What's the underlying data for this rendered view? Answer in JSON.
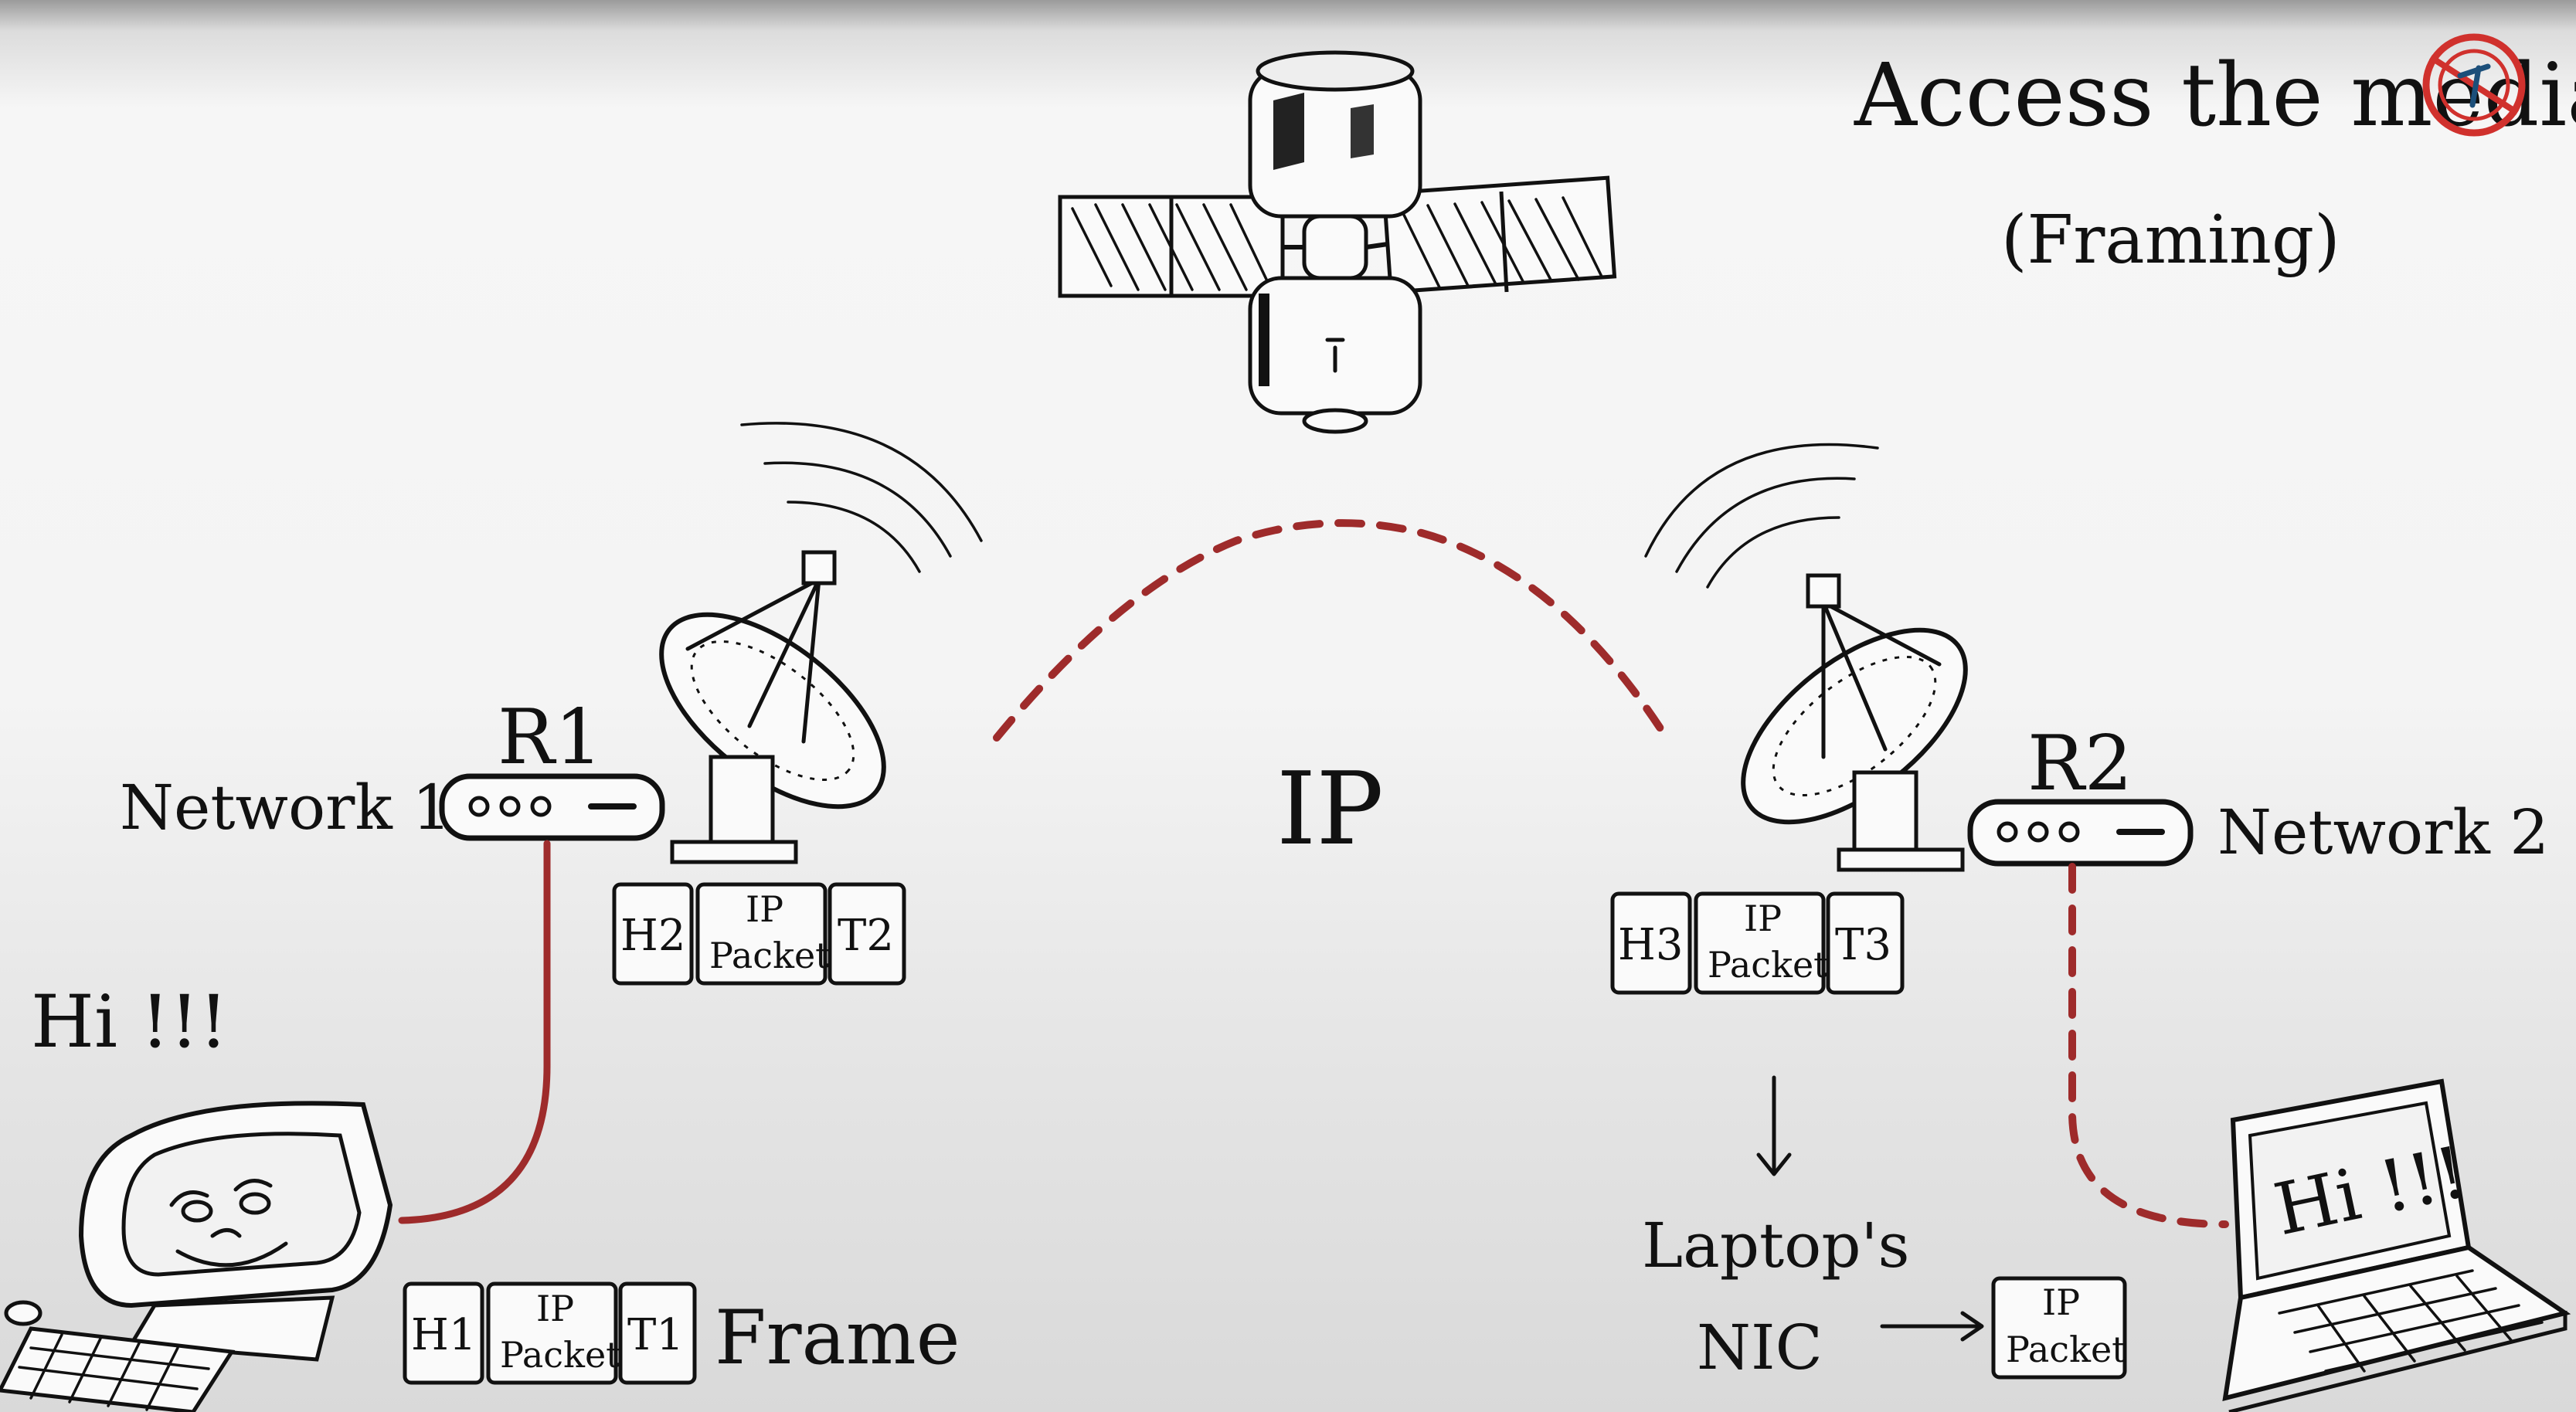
{
  "title": {
    "line1": "Access the media",
    "line2": "(Framing)"
  },
  "center_label": "IP",
  "routers": {
    "r1": {
      "label": "R1",
      "network": "Network 1"
    },
    "r2": {
      "label": "R2",
      "network": "Network 2"
    }
  },
  "frames": {
    "h2": {
      "header": "H2",
      "packet_line1": "IP",
      "packet_line2": "Packet",
      "trailer": "T2"
    },
    "h3": {
      "header": "H3",
      "packet_line1": "IP",
      "packet_line2": "Packet",
      "trailer": "T3"
    },
    "h1": {
      "header": "H1",
      "packet_line1": "IP",
      "packet_line2": "Packet",
      "trailer": "T1",
      "caption": "Frame"
    }
  },
  "nic": {
    "line1": "Laptop's",
    "line2": "NIC",
    "packet_line1": "IP",
    "packet_line2": "Packet"
  },
  "desktop_greeting": "Hi !!!",
  "laptop_greeting": "Hi !!!",
  "colors": {
    "link": "#9e2b2b",
    "ink": "#111111",
    "logo": "#d0312d"
  },
  "icons": [
    "satellite-icon",
    "dish-antenna-icon",
    "router-icon",
    "desktop-computer-icon",
    "laptop-icon",
    "channel-logo-icon"
  ]
}
